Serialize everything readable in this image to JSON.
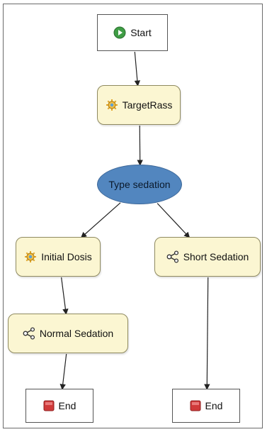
{
  "diagram": {
    "nodes": [
      {
        "id": "start",
        "label": "Start",
        "type": "start-event",
        "icon": "play-icon"
      },
      {
        "id": "target",
        "label": "TargetRass",
        "type": "script-task",
        "icon": "gear-icon"
      },
      {
        "id": "gateway",
        "label": "Type sedation",
        "type": "gateway"
      },
      {
        "id": "initial",
        "label": "Initial Dosis",
        "type": "script-task",
        "icon": "gear-icon"
      },
      {
        "id": "short",
        "label": "Short Sedation",
        "type": "sub-process",
        "icon": "share-icon"
      },
      {
        "id": "normal",
        "label": "Normal Sedation",
        "type": "sub-process",
        "icon": "share-icon"
      },
      {
        "id": "end1",
        "label": "End",
        "type": "end-event",
        "icon": "stop-icon"
      },
      {
        "id": "end2",
        "label": "End",
        "type": "end-event",
        "icon": "stop-icon"
      }
    ],
    "edges": [
      {
        "from": "start",
        "to": "target"
      },
      {
        "from": "target",
        "to": "gateway"
      },
      {
        "from": "gateway",
        "to": "initial"
      },
      {
        "from": "gateway",
        "to": "short"
      },
      {
        "from": "initial",
        "to": "normal"
      },
      {
        "from": "normal",
        "to": "end1"
      },
      {
        "from": "short",
        "to": "end2"
      }
    ],
    "colors": {
      "task_fill": "#fbf6d2",
      "gateway_fill": "#5286bf",
      "start_icon": "#3f9d45",
      "end_icon": "#d03a3a",
      "gear_icon": "#e0a62a",
      "edge": "#222222"
    }
  }
}
